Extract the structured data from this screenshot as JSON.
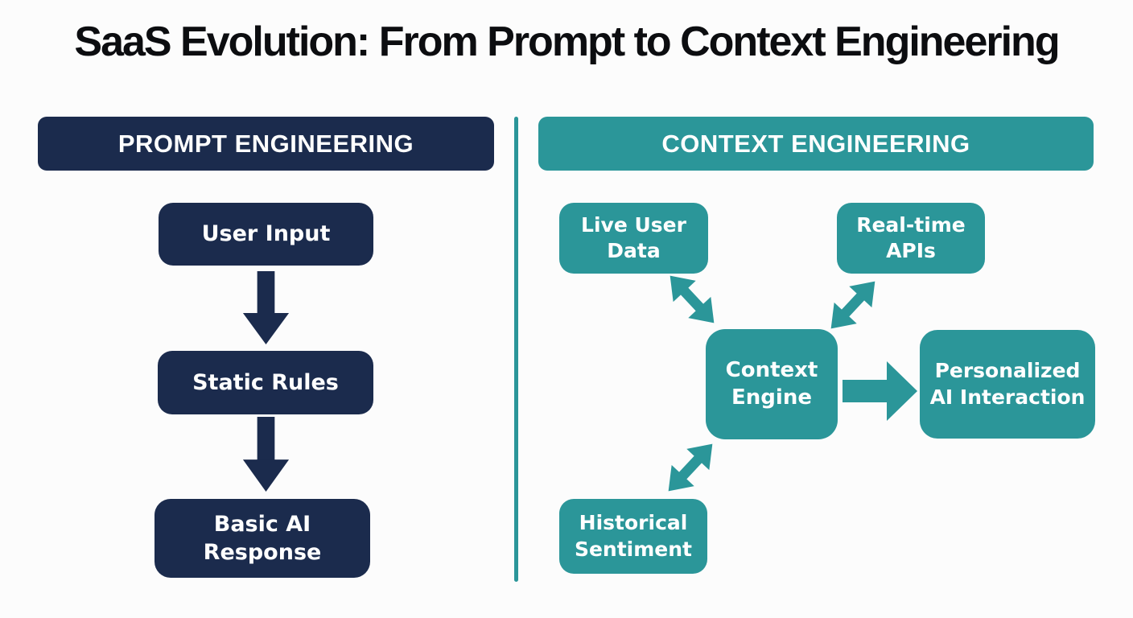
{
  "title": "SaaS Evolution: From Prompt to Context Engineering",
  "colors": {
    "navy": "#1b2b4d",
    "teal": "#2b9699",
    "bg": "#fcfcfc",
    "title": "#0c0d10",
    "light": "#ffffff"
  },
  "left_panel": {
    "header": "PROMPT ENGINEERING",
    "steps": [
      "User Input",
      "Static Rules",
      "Basic AI Response"
    ]
  },
  "right_panel": {
    "header": "CONTEXT ENGINEERING",
    "nodes": {
      "live_user_data": "Live User Data",
      "real_time_apis": "Real-time APIs",
      "context_engine": "Context Engine",
      "personalized_ai": "Personalized AI Interaction",
      "historical_sentiment": "Historical Sentiment"
    }
  }
}
